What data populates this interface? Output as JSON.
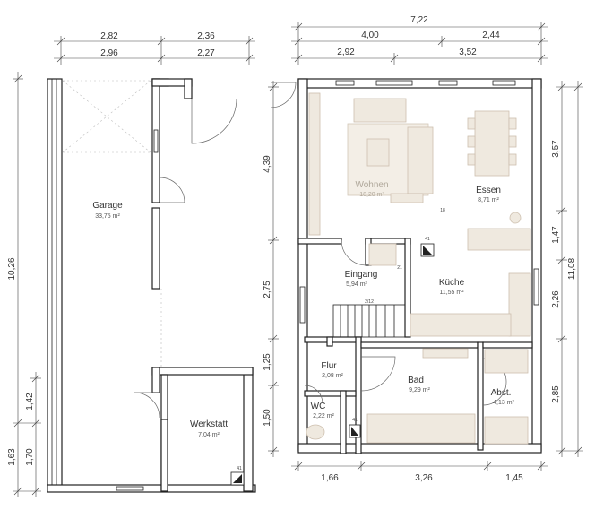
{
  "dimensions": {
    "garage_top": [
      "2,82",
      "2,36",
      "2,96",
      "2,27"
    ],
    "garage_left": [
      "10,26",
      "1,42",
      "1,70",
      "1,63"
    ],
    "house_top": [
      "7,22",
      "4,00",
      "2,44",
      "2,92",
      "3,52"
    ],
    "house_left": [
      "4,39",
      "2,75",
      "1,25",
      "1,50"
    ],
    "house_right": [
      "3,57",
      "1,47",
      "2,26",
      "2,85",
      "11,08"
    ],
    "house_bottom": [
      "1,66",
      "3,26",
      "1,45"
    ]
  },
  "rooms": [
    {
      "name": "Garage",
      "area": "33,75 m²"
    },
    {
      "name": "Werkstatt",
      "area": "7,04 m²"
    },
    {
      "name": "Wohnen",
      "area": "18,20 m²"
    },
    {
      "name": "Essen",
      "area": "8,71 m²"
    },
    {
      "name": "Eingang",
      "area": "5,94 m²"
    },
    {
      "name": "Küche",
      "area": "11,55 m²"
    },
    {
      "name": "Flur",
      "area": "2,08 m²"
    },
    {
      "name": "Bad",
      "area": "9,29 m²"
    },
    {
      "name": "WC",
      "area": "2,22 m²"
    },
    {
      "name": "Abst.",
      "area": "4,13 m²"
    }
  ],
  "small_labels": [
    "41",
    "41",
    "41",
    "2/12",
    "21",
    "18"
  ]
}
